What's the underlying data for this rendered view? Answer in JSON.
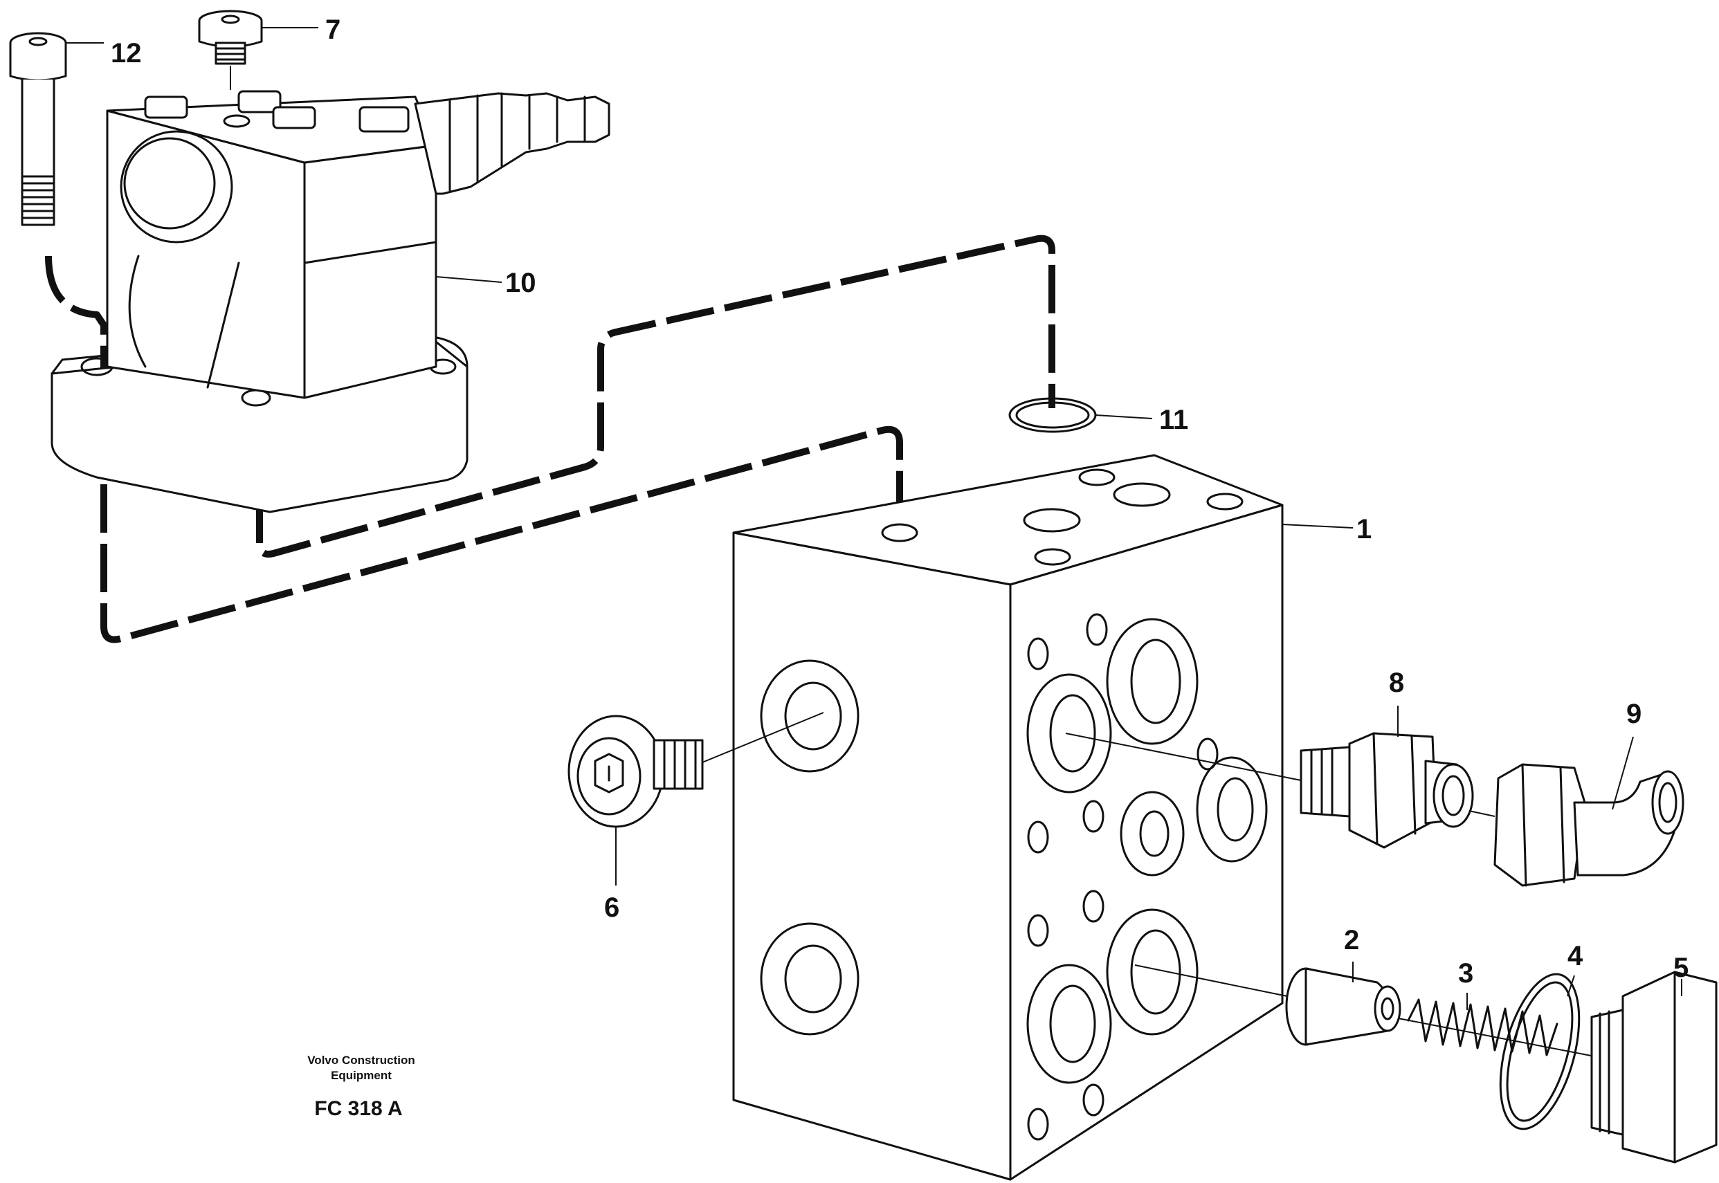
{
  "callouts": {
    "c1": "1",
    "c2": "2",
    "c3": "3",
    "c4": "4",
    "c5": "5",
    "c6": "6",
    "c7": "7",
    "c8": "8",
    "c9": "9",
    "c10": "10",
    "c11": "11",
    "c12": "12"
  },
  "caption": {
    "line1": "Volvo Construction",
    "line2": "Equipment",
    "code": "FC 318 A"
  }
}
